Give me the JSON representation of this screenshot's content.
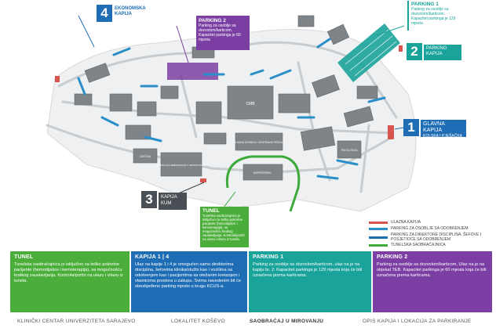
{
  "map": {
    "building_labels": {
      "cmb": "CMB",
      "center_building": "GLAVNA ZGRADA / CENTRALNI PROLAZ",
      "dispatch": "DISPEČERSKI",
      "dialysis": "KLINIKA ZA HEMODIJALIZU I NEFROLOGIJU",
      "diag": "DJEČIJA",
      "pathology": "PATOLOGIJA"
    }
  },
  "callouts": {
    "gate4": {
      "number": "4",
      "title": "EKONOMSKA KAPIJA"
    },
    "parking2_top": {
      "title": "PARKING 2",
      "text": "Parking za osoblje sa dozvolom/karticom. Kapacitet parkinga je 60 mjesta"
    },
    "parking1_top": {
      "title": "PARKING 1",
      "text": "Parking za osoblje sa dozvolom/karticom. Kapacitet parkinga je 129 mjesta"
    },
    "gate2": {
      "number": "2",
      "title": "PARKING KAPIJA"
    },
    "gate1": {
      "number": "1",
      "title": "GLAVNA KAPIJA",
      "subtitle": "KOLSKA I PJEŠAČKA"
    },
    "gate3": {
      "number": "3",
      "title": "KAPIJA",
      "subtitle": "KUM"
    },
    "tunnel_map": {
      "title": "TUNEL",
      "text": "Tunelska saobraćajnica je isključivo za teško pokretne pacijente (hemodijalize i kemoterapija), sa mogućnošću kratkog zaustavljanja. Kontrola/portiri na ulazu i izlazu iz tunela."
    }
  },
  "legend": [
    {
      "label": "ULAZNA KAPIJA",
      "color": "#d9534f"
    },
    {
      "label": "PARKING ZA OSOBLJE SA ODOBRENJEM",
      "color": "#2a8fc9"
    },
    {
      "label": "PARKING ZA DIREKTORE DISCIPLINA, ŠEFOVE I POSJETIOCE SA ODOBRENJEM",
      "color": "#1a6fae"
    },
    {
      "label": "TUNELSKA SAOBRAĆAJNICA",
      "color": "#3eaa3c"
    }
  ],
  "panels": [
    {
      "title": "TUNEL",
      "color": "#4cae3a",
      "text": "Tunelska saobraćajnica je isključivo za teško pokretne pacijente (hemodijalize i kemoterapija), sa mogućnošću kratkog zaustavljanja. Kontrola/portiri na ulazu i izlazu iz tunela."
    },
    {
      "title": "KAPIJA 1 | 4",
      "color": "#1e6db5",
      "text": "Ulaz na kapije 1 i 4 je omogućen samo direktorima disciplina, šefovima klinika/službi kao i vozilima sa odobrenjem kao i pacijentima sa otežanim kretanjem i vlasnicima prostora u zakupu. Svima navedenim bit će obezbjeđeno parking mjesto u krugu KCUS-a."
    },
    {
      "title": "PARKING 1",
      "color": "#1aa39a",
      "text": "Parking za osoblje sa dozvolom/karticom, ulaz na je na kapiju br. 2. Kapacitet parkinga je 129 mjesta koja će biti označena prema karticama."
    },
    {
      "title": "PARKING 2",
      "color": "#7b3fa3",
      "text": "Parking za osoblje sa dozvolom/karticom, Ulaz na je na objekat TEB. Kapacitet parkinga je 60 mjesta koja će biti označena prema karticama."
    }
  ],
  "footer": {
    "institution": "KLINIČKI CENTAR UNIVERZITETA SARAJEVO",
    "location": "LOKALITET KOŠEVO",
    "topic": "SAOBRAĆAJ U MIROVANJU",
    "section": "OPIS KAPIJA I LOKACIJA ZA PARKIRANJE"
  }
}
